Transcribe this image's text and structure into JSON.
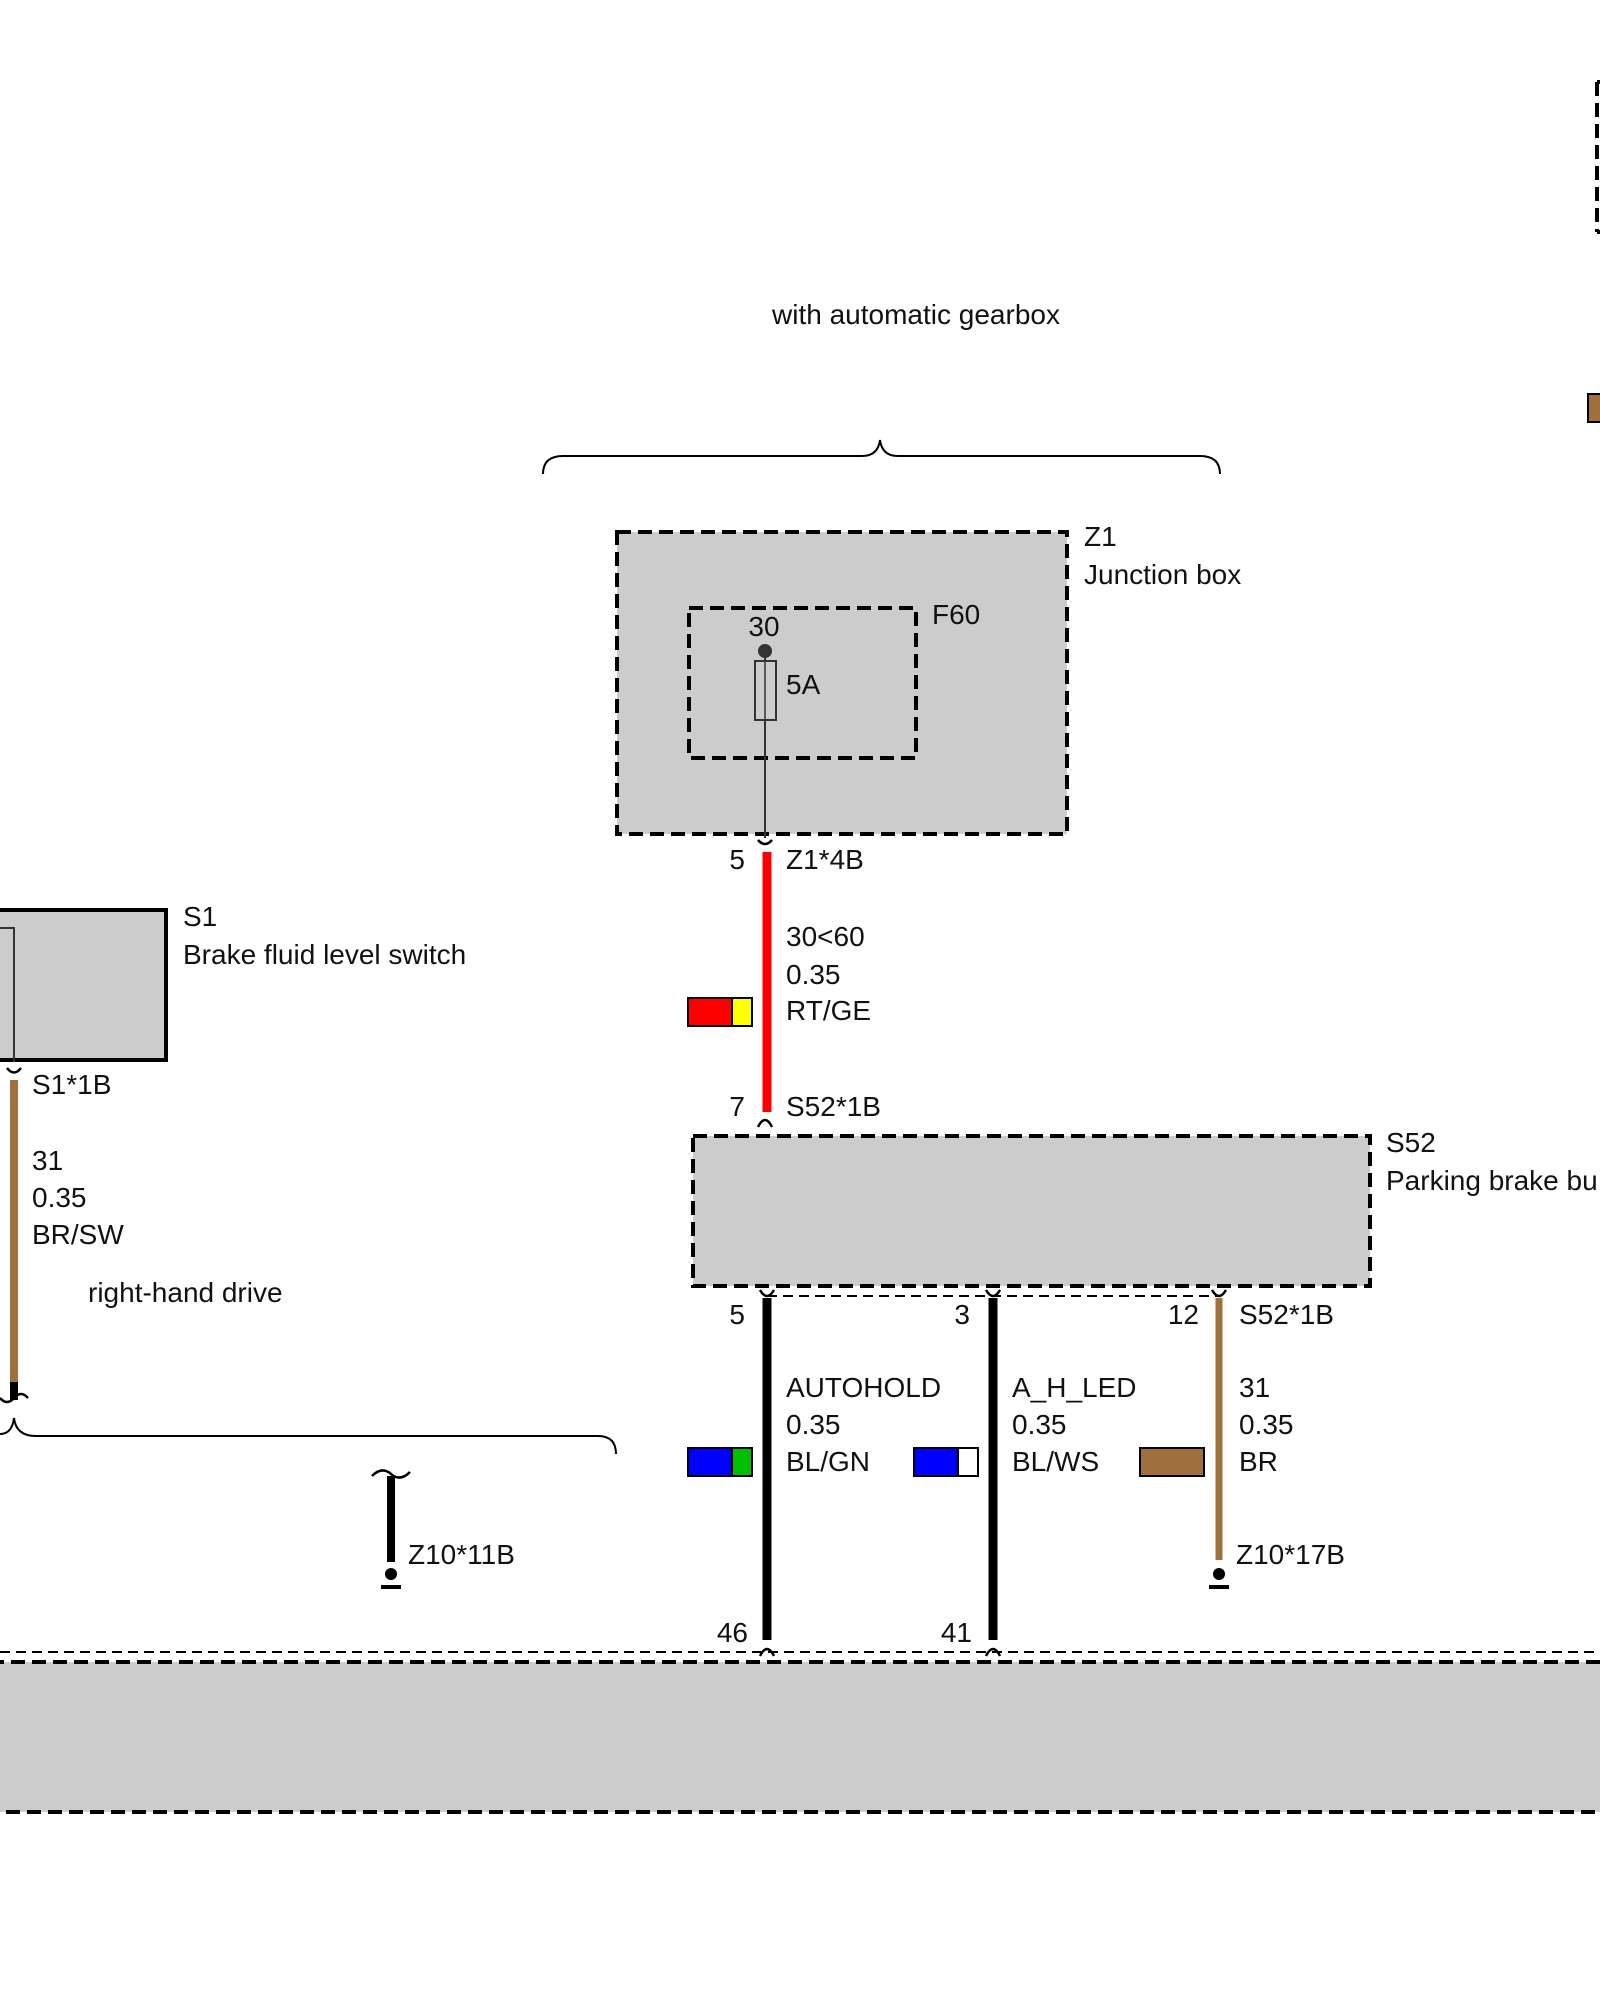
{
  "annotations": {
    "auto_gearbox": "with automatic gearbox",
    "rhd": "right-hand drive"
  },
  "z1": {
    "code": "Z1",
    "name": "Junction box",
    "connector": "Z1*4B",
    "pin": "5"
  },
  "f60": {
    "code": "F60",
    "terminal": "30",
    "rating": "5A"
  },
  "s1": {
    "code": "S1",
    "name": "Brake fluid level switch",
    "connector": "S1*1B"
  },
  "s52": {
    "code": "S52",
    "name": "Parking brake bu",
    "connector_top": "S52*1B",
    "pin_top": "7",
    "connector_bottom": "S52*1B",
    "pin_a": "5",
    "pin_b": "3",
    "pin_c": "12"
  },
  "wires": {
    "w1": {
      "signal": "30<60",
      "size": "0.35",
      "color": "RT/GE",
      "colors": [
        "#ff0000",
        "#ffff00"
      ]
    },
    "w_s1": {
      "signal": "31",
      "size": "0.35",
      "color": "BR/SW",
      "colors": [
        "#a0703c"
      ]
    },
    "w_autohold": {
      "signal": "AUTOHOLD",
      "size": "0.35",
      "color": "BL/GN",
      "colors": [
        "#0000ff",
        "#00c000"
      ]
    },
    "w_ahled": {
      "signal": "A_H_LED",
      "size": "0.35",
      "color": "BL/WS",
      "colors": [
        "#0000ff",
        "#ffffff"
      ]
    },
    "w_br": {
      "signal": "31",
      "size": "0.35",
      "color": "BR",
      "colors": [
        "#a0703c"
      ]
    }
  },
  "grounds": {
    "g1": {
      "connector": "Z10*11B"
    },
    "g2": {
      "connector": "Z10*17B"
    }
  },
  "bottom_module": {
    "pin_a": "46",
    "pin_b": "41"
  }
}
